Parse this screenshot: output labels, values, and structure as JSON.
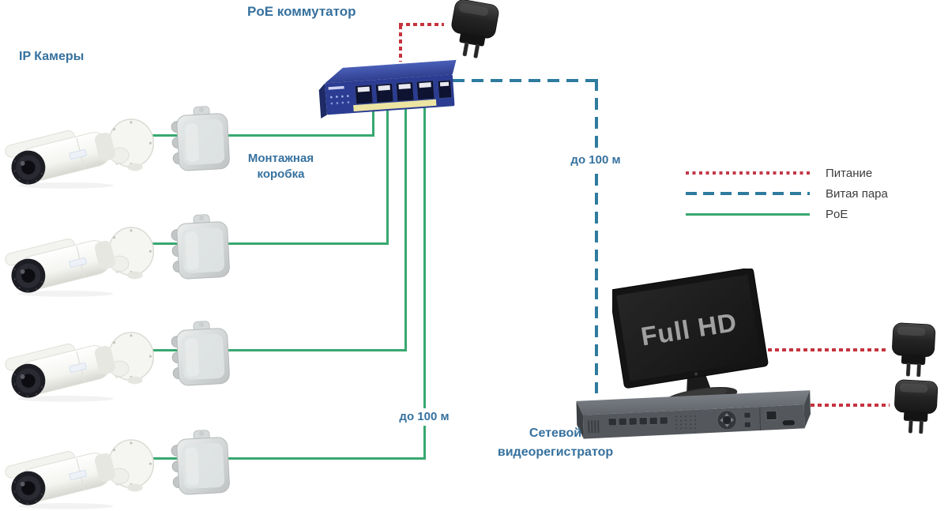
{
  "header": {
    "switch_title": "PoE коммутатор",
    "cameras_title": "IP Камеры"
  },
  "diagram": {
    "junction_box_label": {
      "line1": "Монтажная",
      "line2": "коробка"
    },
    "twisted_pair_distance": "до 100 м",
    "poe_distance": "до 100 м",
    "nvr_label": {
      "line1": "Сетевой",
      "line2": "видеорегистратор"
    },
    "monitor_text": "Full HD"
  },
  "legend": {
    "items": [
      {
        "label": "Питание",
        "line_style": "dotted",
        "color": "#c2384a"
      },
      {
        "label": "Витая пара",
        "line_style": "dashed",
        "color": "#2e7b9e"
      },
      {
        "label": "PoE",
        "line_style": "solid",
        "color": "#38a870"
      }
    ]
  },
  "colors": {
    "power_line": "#c5333e",
    "twisted_pair_line": "#2e7b9e",
    "poe_line": "#38a870",
    "label_blue": "#36719e"
  }
}
